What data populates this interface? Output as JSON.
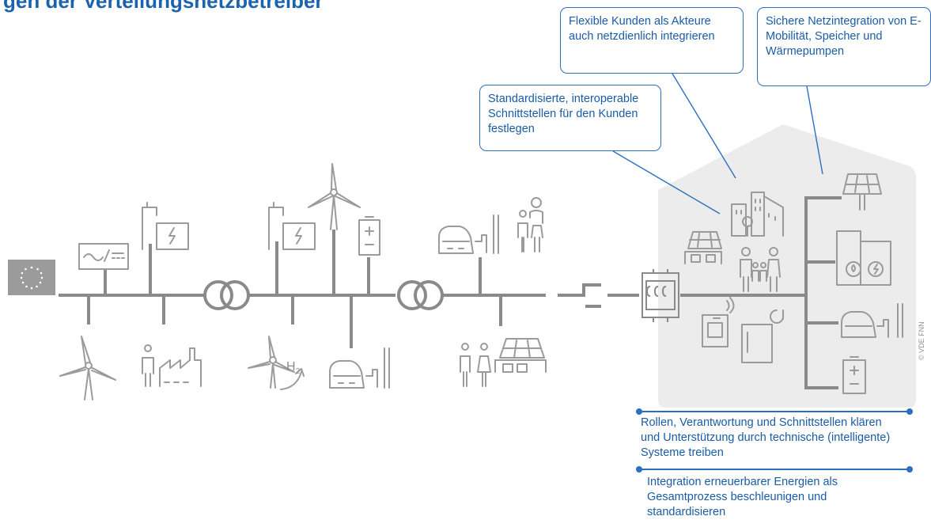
{
  "title": "gen der Verteilungsnetzbetreiber",
  "callouts": {
    "interfaces": "Standardisierte, interoperable Schnittstellen für den Kunden festlegen",
    "flexible_customers": "Flexible Kunden als Akteure auch netzdienlich integrieren",
    "grid_integration": "Sichere Netzintegration von E-Mobilität, Speicher und Wärmepumpen"
  },
  "notes": {
    "roles": "Rollen, Verantwortung und Schnittstellen klären und Unterstützung durch technische (intelligente) Systeme treiben",
    "renewables": "Integration erneuerbarer Energien als Gesamtprozess beschleunigen und standardisieren"
  },
  "labels": {
    "hydrogen": "H",
    "hydrogen_sub": "2",
    "copyright": "© VDE FNN"
  },
  "colors": {
    "accent_blue": "#2d6fbf",
    "text_blue": "#1a5ca6",
    "line_gray": "#8a8a8a",
    "icon_gray": "#9b9b9b",
    "house_bg": "#ececec"
  }
}
